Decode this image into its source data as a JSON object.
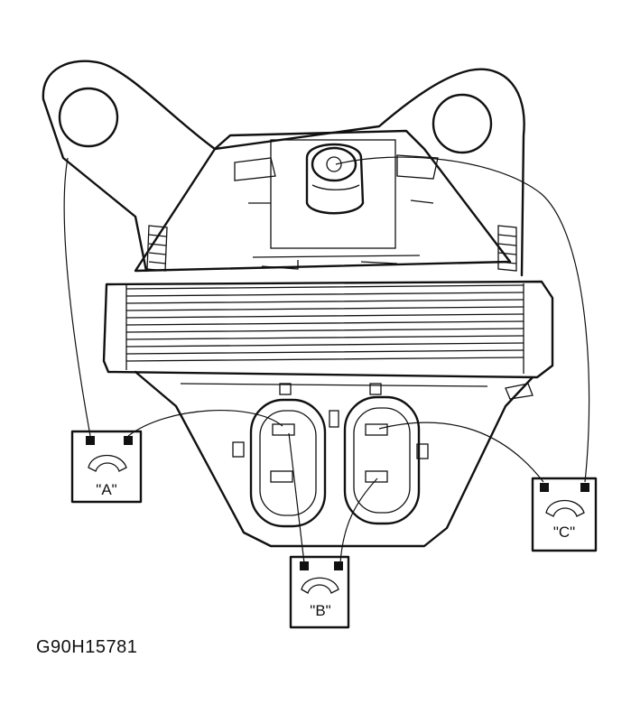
{
  "figure_code": "G90H15781",
  "meters": [
    {
      "id": "A",
      "label": "\"A\""
    },
    {
      "id": "B",
      "label": "\"B\""
    },
    {
      "id": "C",
      "label": "\"C\""
    }
  ],
  "colors": {
    "line": "#111111",
    "background": "#ffffff"
  }
}
